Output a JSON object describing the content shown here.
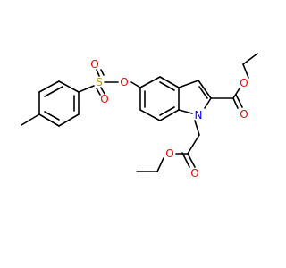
{
  "molecule": {
    "atoms": {
      "o_ester_carbonyl": "O",
      "o_ester_ether": "O",
      "o_sulfonate_top": "O",
      "o_sulfonate_bottom": "O",
      "s_sulfonyl": "S",
      "o_sulfonate_bridge": "O",
      "n_indole": "N",
      "o_acetate_carbonyl": "O",
      "o_acetate_ether": "O"
    },
    "colors": {
      "bond": "#000000",
      "oxygen": "#ff0000",
      "sulfur": "#b5a000",
      "nitrogen": "#0000ff"
    }
  }
}
